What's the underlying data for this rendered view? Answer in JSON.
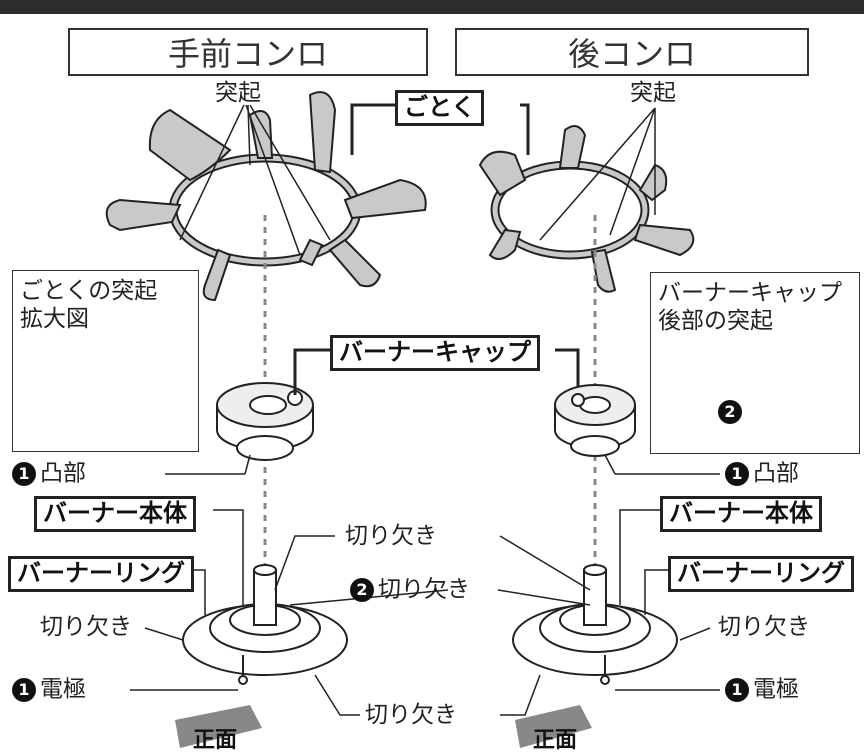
{
  "titles": {
    "front_burner": "手前コンロ",
    "rear_burner": "後コンロ"
  },
  "labels": {
    "protrusion": "突起",
    "trivet": "ごとく",
    "trivet_detail_line1": "ごとくの突起",
    "trivet_detail_line2": "拡大図",
    "burner_cap": "バーナーキャップ",
    "cap_rear_line1": "バーナーキャップ",
    "cap_rear_line2": "後部の突起",
    "convex": "凸部",
    "burner_body": "バーナー本体",
    "burner_ring": "バーナーリング",
    "notch": "切り欠き",
    "electrode": "電極",
    "front": "正面"
  },
  "markers": {
    "one": "1",
    "two": "2"
  },
  "colors": {
    "header_bar": "#2d2d2d",
    "line": "#222222",
    "trivet_fill": "#c9c9c9"
  }
}
